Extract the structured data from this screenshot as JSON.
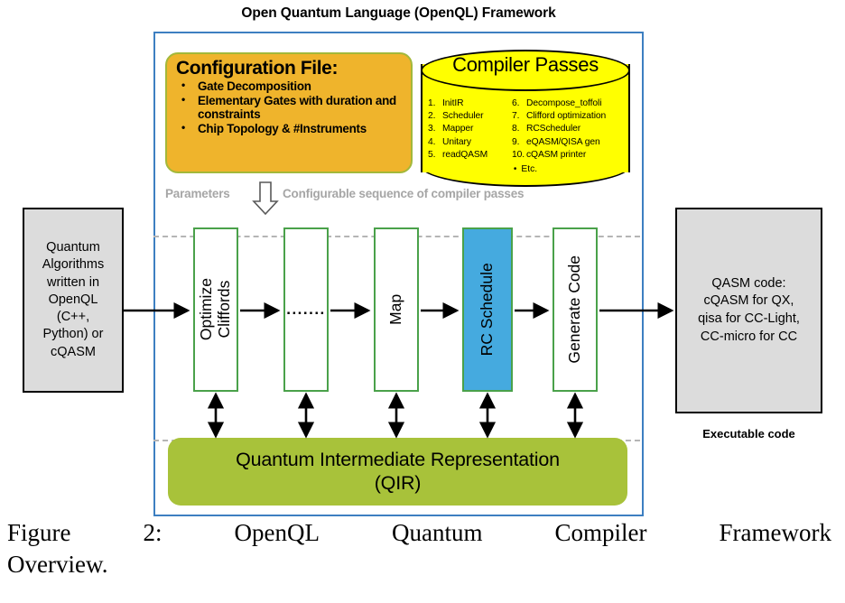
{
  "framework": {
    "title": "Open Quantum Language (OpenQL) Framework"
  },
  "config_file": {
    "title": "Configuration File:",
    "items": [
      "Gate Decomposition",
      "Elementary Gates with duration and constraints",
      "Chip Topology & #Instruments"
    ]
  },
  "compiler_passes": {
    "title": "Compiler Passes",
    "left_column": [
      {
        "num": "1.",
        "label": "InitIR"
      },
      {
        "num": "2.",
        "label": "Scheduler"
      },
      {
        "num": "3.",
        "label": "Mapper"
      },
      {
        "num": "4.",
        "label": "Unitary"
      },
      {
        "num": "5.",
        "label": "readQASM"
      }
    ],
    "right_column": [
      {
        "num": "6.",
        "label": "Decompose_toffoli"
      },
      {
        "num": "7.",
        "label": "Clifford  optimization"
      },
      {
        "num": "8.",
        "label": "RCScheduler"
      },
      {
        "num": "9.",
        "label": "eQASM/QISA gen"
      },
      {
        "num": "10.",
        "label": "cQASM printer"
      }
    ],
    "etc": "Etc."
  },
  "annotations": {
    "parameters": "Parameters",
    "configurable_sequence": "Configurable sequence of compiler passes"
  },
  "io": {
    "input_lines": [
      "Quantum",
      "Algorithms",
      "written in",
      "OpenQL",
      "(C++,",
      "Python) or",
      "cQASM"
    ],
    "output_lines": [
      "QASM code:",
      "cQASM for QX,",
      "qisa for CC-Light,",
      "CC-micro for CC"
    ],
    "executable_label": "Executable code"
  },
  "pipeline": {
    "boxes": [
      {
        "label": "Optimize Cliffords",
        "highlight": false
      },
      {
        "label": ".......",
        "highlight": false
      },
      {
        "label": "Map",
        "highlight": false
      },
      {
        "label": "RC Schedule",
        "highlight": true
      },
      {
        "label": "Generate Code",
        "highlight": false
      }
    ]
  },
  "qir": {
    "line1": "Quantum Intermediate Representation",
    "line2": "(QIR)"
  },
  "caption": {
    "w1": "Figure",
    "w2": "2:",
    "w3": "OpenQL",
    "w4": "Quantum",
    "w5": "Compiler",
    "w6": "Framework",
    "line2": "Overview."
  },
  "colors": {
    "frame_blue": "#3d7fc1",
    "config_orange": "#efb42c",
    "cylinder_yellow": "#ffff00",
    "pass_green_border": "#4aa14a",
    "highlight_blue": "#45aadf",
    "qir_green": "#a8c23a",
    "io_gray": "#dcdcdc",
    "annotation_gray": "#a6a6a6"
  }
}
